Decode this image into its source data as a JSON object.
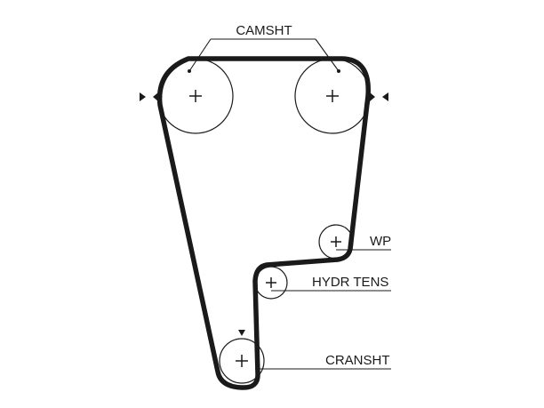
{
  "labels": {
    "camshaft": "CAMSHT",
    "water_pump": "WP",
    "hydraulic_tensioner": "HYDR TENS",
    "crankshaft": "CRANSHT"
  }
}
